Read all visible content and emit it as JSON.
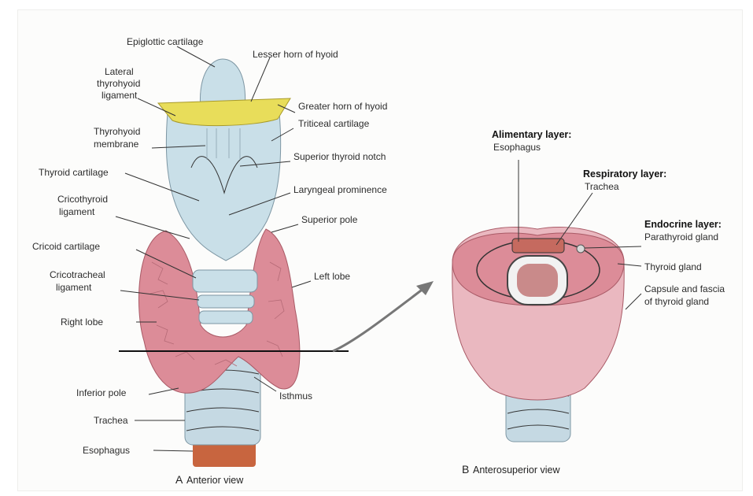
{
  "view_a": {
    "caption_letter": "A",
    "caption": "Anterior view",
    "labels": {
      "epiglottic_cartilage": "Epiglottic cartilage",
      "lesser_horn_hyoid": "Lesser horn of hyoid",
      "lateral_thyrohyoid_ligament": [
        "Lateral",
        "thyrohyoid",
        "ligament"
      ],
      "greater_horn_hyoid": "Greater horn of hyoid",
      "thyrohyoid_membrane": [
        "Thyrohyoid",
        "membrane"
      ],
      "triticeal_cartilage": "Triticeal cartilage",
      "superior_thyroid_notch": "Superior thyroid notch",
      "thyroid_cartilage": "Thyroid cartilage",
      "laryngeal_prominence": "Laryngeal prominence",
      "cricothyroid_ligament": [
        "Cricothyroid",
        "ligament"
      ],
      "superior_pole": "Superior pole",
      "cricoid_cartilage": "Cricoid cartilage",
      "cricotracheal_ligament": [
        "Cricotracheal",
        "ligament"
      ],
      "left_lobe": "Left lobe",
      "right_lobe": "Right lobe",
      "inferior_pole": "Inferior pole",
      "isthmus": "Isthmus",
      "trachea": "Trachea",
      "esophagus": "Esophagus"
    }
  },
  "view_b": {
    "caption_letter": "B",
    "caption": "Anterosuperior view",
    "labels": {
      "alimentary_layer": "Alimentary layer:",
      "esophagus": "Esophagus",
      "respiratory_layer": "Respiratory layer:",
      "trachea": "Trachea",
      "endocrine_layer": "Endocrine layer:",
      "parathyroid_gland": "Parathyroid gland",
      "thyroid_gland": "Thyroid gland",
      "capsule_and_fascia": [
        "Capsule and fascia",
        "of thyroid gland"
      ]
    }
  },
  "colors": {
    "cartilage": "#c9dfe8",
    "hyoid": "#e8dd5a",
    "thyroid": "#dc8c98",
    "thyroid_light": "#eab8c0",
    "esophagus": "#c8653f"
  }
}
